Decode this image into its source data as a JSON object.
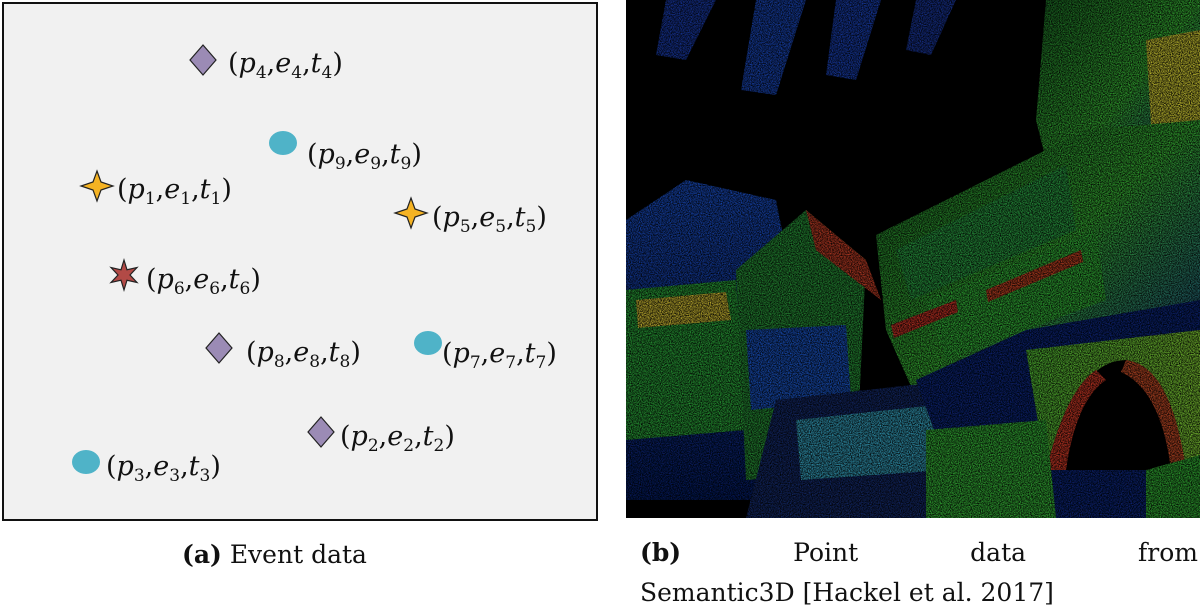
{
  "panel_a": {
    "events": [
      {
        "id": "4",
        "shape": "diamond",
        "color": "#9b8bb5",
        "p": "p",
        "e": "e",
        "t": "t",
        "sub": "4"
      },
      {
        "id": "9",
        "shape": "circle",
        "color": "#4fb3c8",
        "p": "p",
        "e": "e",
        "t": "t",
        "sub": "9"
      },
      {
        "id": "1",
        "shape": "star4",
        "color": "#f5b323",
        "p": "p",
        "e": "e",
        "t": "t",
        "sub": "1"
      },
      {
        "id": "5",
        "shape": "star4",
        "color": "#f5b323",
        "p": "p",
        "e": "e",
        "t": "t",
        "sub": "5"
      },
      {
        "id": "6",
        "shape": "star6",
        "color": "#b24a46",
        "p": "p",
        "e": "e",
        "t": "t",
        "sub": "6"
      },
      {
        "id": "8",
        "shape": "diamond",
        "color": "#9b8bb5",
        "p": "p",
        "e": "e",
        "t": "t",
        "sub": "8"
      },
      {
        "id": "7",
        "shape": "circle",
        "color": "#4fb3c8",
        "p": "p",
        "e": "e",
        "t": "t",
        "sub": "7"
      },
      {
        "id": "2",
        "shape": "diamond",
        "color": "#9b8bb5",
        "p": "p",
        "e": "e",
        "t": "t",
        "sub": "2"
      },
      {
        "id": "3",
        "shape": "circle",
        "color": "#4fb3c8",
        "p": "p",
        "e": "e",
        "t": "t",
        "sub": "3"
      }
    ],
    "caption_tag": "(a)",
    "caption_text": "Event data"
  },
  "panel_b": {
    "caption_tag": "(b)",
    "caption_words": [
      "Point",
      "data",
      "from"
    ],
    "caption_line2": "Semantic3D [Hackel et al. 2017]"
  }
}
